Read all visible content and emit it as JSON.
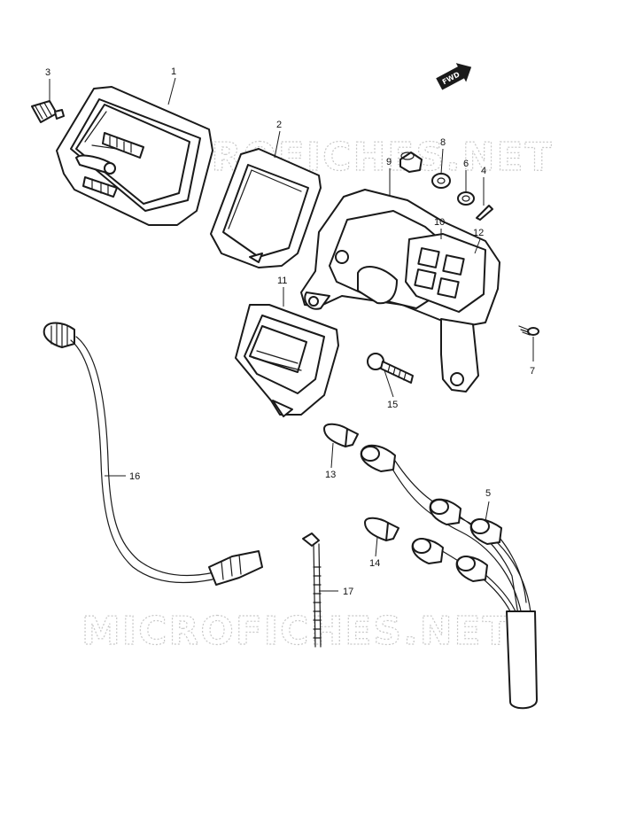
{
  "watermark": "MICROFICHES.NET",
  "direction_badge": "FWD",
  "callouts": {
    "c1": "1",
    "c2": "2",
    "c3": "3",
    "c4": "4",
    "c5": "5",
    "c6": "6",
    "c7": "7",
    "c8": "8",
    "c9": "9",
    "c10": "10",
    "c11": "11",
    "c12": "12",
    "c13": "13",
    "c14": "14",
    "c15": "15",
    "c16": "16",
    "c17": "17"
  }
}
